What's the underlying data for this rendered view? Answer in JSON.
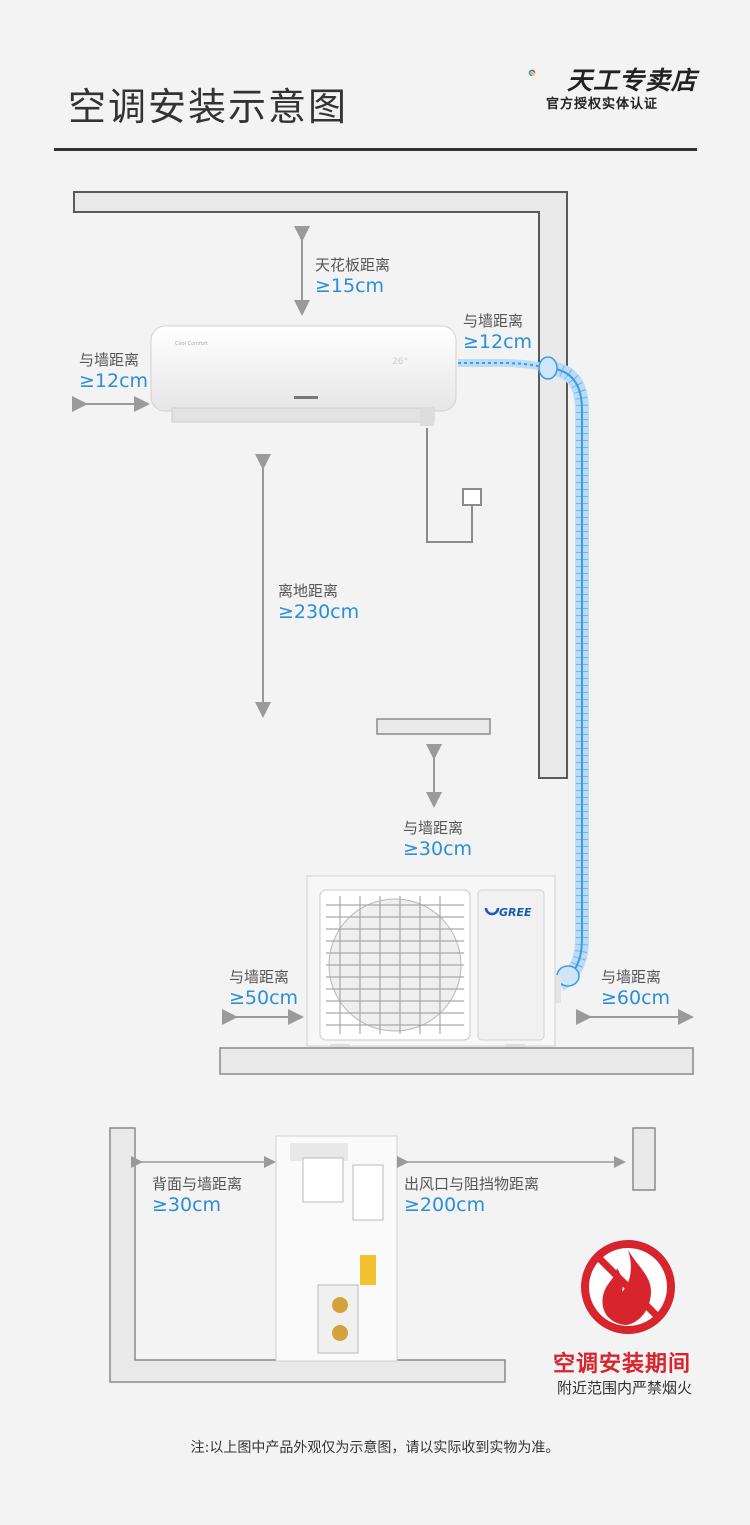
{
  "header": {
    "title": "空调安装示意图",
    "logo_name": "天工专卖店",
    "logo_sub": "官方授权实体认证"
  },
  "indoor": {
    "ceiling": {
      "label": "天花板距离",
      "value": "≥15cm"
    },
    "left_wall": {
      "label": "与墙距离",
      "value": "≥12cm"
    },
    "right_wall": {
      "label": "与墙距离",
      "value": "≥12cm"
    },
    "floor": {
      "label": "离地距离",
      "value": "≥230cm"
    }
  },
  "outdoor": {
    "top_wall": {
      "label": "与墙距离",
      "value": "≥30cm"
    },
    "left_wall": {
      "label": "与墙距离",
      "value": "≥50cm"
    },
    "right_wall": {
      "label": "与墙距离",
      "value": "≥60cm"
    },
    "brand": "GREE"
  },
  "side_view": {
    "back_wall": {
      "label": "背面与墙距离",
      "value": "≥30cm"
    },
    "outlet": {
      "label": "出风口与阻挡物距离",
      "value": "≥200cm"
    }
  },
  "warning": {
    "title": "空调安装期间",
    "sub": "附近范围内严禁烟火",
    "color": "#d7242d"
  },
  "footnote": "注:以上图中产品外观仅为示意图，请以实际收到实物为准。",
  "colors": {
    "accent": "#2a8fd9",
    "text": "#555555",
    "wall": "#e9e9e9",
    "wall_stroke": "#5a5a5a"
  }
}
